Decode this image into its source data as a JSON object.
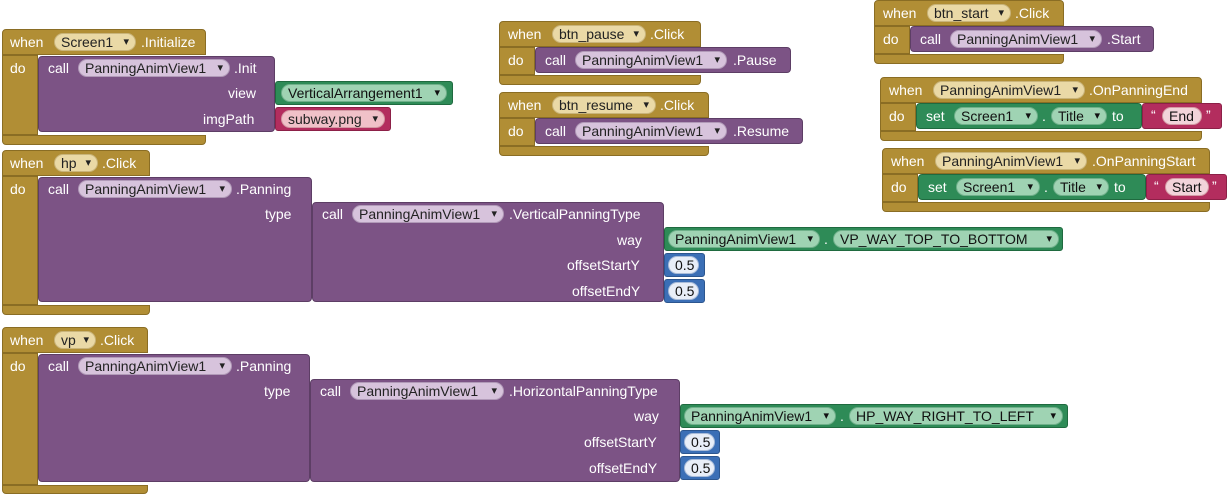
{
  "kw": {
    "when": "when",
    "do": "do",
    "call": "call",
    "set": "set",
    "to": "to",
    "open_quote": "“",
    "close_quote": "”"
  },
  "b1": {
    "component": "Screen1",
    "event": ".Initialize",
    "call_comp": "PanningAnimView1",
    "method": ".Init",
    "arg1_label": "view",
    "arg1_value": "VerticalArrangement1",
    "arg2_label": "imgPath",
    "arg2_value": "subway.png"
  },
  "b2": {
    "component": "hp",
    "event": ".Click",
    "call_comp": "PanningAnimView1",
    "method": ".Panning",
    "type_label": "type",
    "inner_comp": "PanningAnimView1",
    "inner_method": ".VerticalPanningType",
    "way_label": "way",
    "way_comp": "PanningAnimView1",
    "way_const": "VP_WAY_TOP_TO_BOTTOM",
    "start_label": "offsetStartY",
    "start_value": "0.5",
    "end_label": "offsetEndY",
    "end_value": "0.5"
  },
  "b3": {
    "component": "vp",
    "event": ".Click",
    "call_comp": "PanningAnimView1",
    "method": ".Panning",
    "type_label": "type",
    "inner_comp": "PanningAnimView1",
    "inner_method": ".HorizontalPanningType",
    "way_label": "way",
    "way_comp": "PanningAnimView1",
    "way_const": "HP_WAY_RIGHT_TO_LEFT",
    "start_label": "offsetStartY",
    "start_value": "0.5",
    "end_label": "offsetEndY",
    "end_value": "0.5"
  },
  "b4": {
    "component": "btn_pause",
    "event": ".Click",
    "call_comp": "PanningAnimView1",
    "method": ".Pause"
  },
  "b5": {
    "component": "btn_resume",
    "event": ".Click",
    "call_comp": "PanningAnimView1",
    "method": ".Resume"
  },
  "b6": {
    "component": "btn_start",
    "event": ".Click",
    "call_comp": "PanningAnimView1",
    "method": ".Start"
  },
  "b7": {
    "component": "PanningAnimView1",
    "event": ".OnPanningEnd",
    "set_comp": "Screen1",
    "set_prop": "Title",
    "text": "End"
  },
  "b8": {
    "component": "PanningAnimView1",
    "event": ".OnPanningStart",
    "set_comp": "Screen1",
    "set_prop": "Title",
    "text": "Start"
  }
}
